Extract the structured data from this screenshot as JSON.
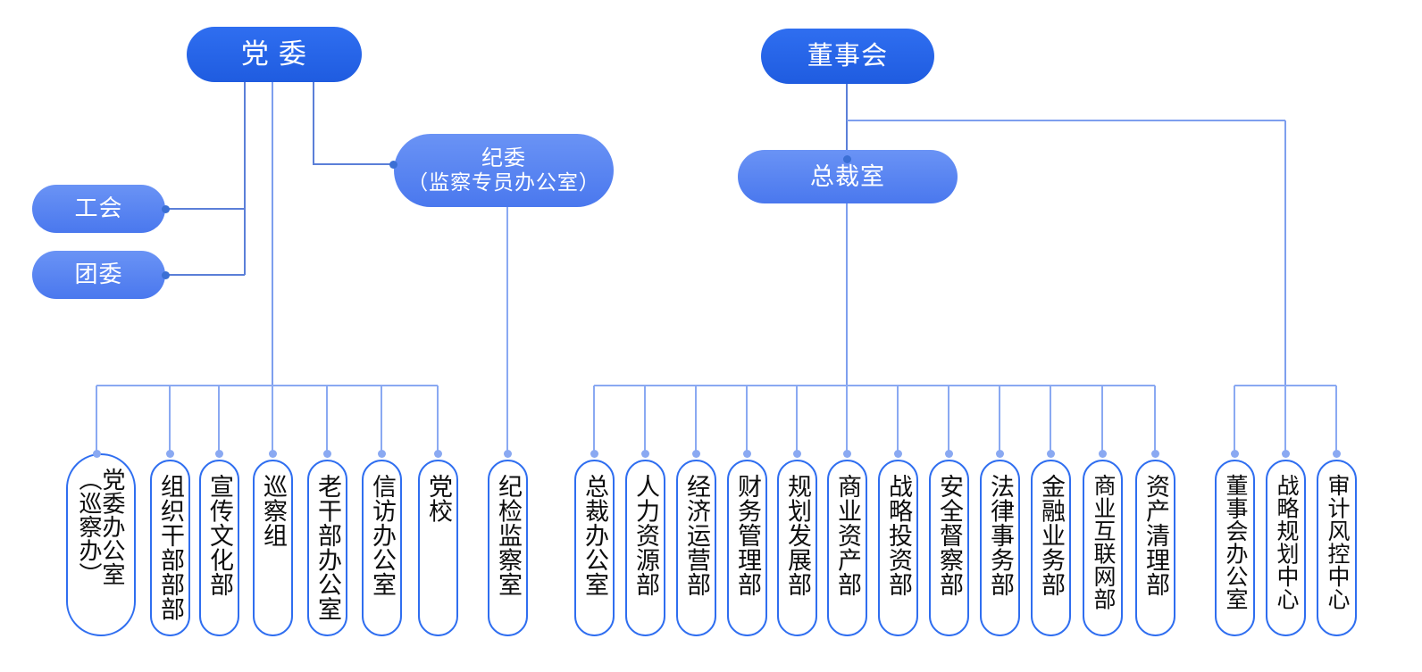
{
  "chart_data": {
    "type": "diagram",
    "title": "组织架构图",
    "diagram_kind": "org-chart",
    "colors": {
      "node_dark": "#2563e8",
      "node_light": "#5b86f0",
      "capsule_border": "#2f6ef0",
      "connector": "#8aa9f2",
      "connector_strong": "#3b6fd4",
      "text_on_node": "#ffffff",
      "text_on_capsule": "#0d0d0d",
      "background": "#ffffff"
    },
    "nodes": [
      {
        "id": "party_committee",
        "label": "党  委",
        "level": "top",
        "style": "dark"
      },
      {
        "id": "board",
        "label": "董事会",
        "level": "top",
        "style": "dark"
      },
      {
        "id": "union",
        "label": "工会",
        "level": "affiliate",
        "style": "light"
      },
      {
        "id": "youth_league",
        "label": "团委",
        "level": "affiliate",
        "style": "light"
      },
      {
        "id": "discipline",
        "label": "纪委\n（监察专员办公室）",
        "level": "affiliate",
        "style": "light"
      },
      {
        "id": "president_office",
        "label": "总裁室",
        "level": "second",
        "style": "light"
      }
    ],
    "edges": [
      {
        "from": "party_committee",
        "to": "union"
      },
      {
        "from": "party_committee",
        "to": "youth_league"
      },
      {
        "from": "party_committee",
        "to": "discipline"
      },
      {
        "from": "party_committee",
        "to": "party_departments"
      },
      {
        "from": "discipline",
        "to": "纪检监察室"
      },
      {
        "from": "board",
        "to": "president_office"
      },
      {
        "from": "board",
        "to": "board_departments"
      },
      {
        "from": "president_office",
        "to": "president_departments"
      }
    ],
    "groups": [
      {
        "id": "party_departments",
        "parent": "党  委",
        "count": 7
      },
      {
        "id": "discipline_departments",
        "parent": "纪委（监察专员办公室）",
        "count": 1
      },
      {
        "id": "president_departments",
        "parent": "总裁室",
        "count": 12
      },
      {
        "id": "board_departments",
        "parent": "董事会",
        "count": 3
      }
    ]
  },
  "top": {
    "party_committee": "党  委",
    "board": "董事会",
    "union": "工会",
    "youth_league": "团委",
    "president_office": "总裁室",
    "discipline_line1": "纪委",
    "discipline_line2": "（监察专员办公室）"
  },
  "departments": {
    "party": [
      {
        "label": "党委办公室（巡察办）",
        "col_a": "党委办公室",
        "col_b": "（巡察办）"
      },
      {
        "label": "组织干部部部",
        "col_a": "组织干部部部"
      },
      {
        "label": "宣传文化部",
        "col_a": "宣传文化部"
      },
      {
        "label": "巡察组",
        "col_a": "巡察组"
      },
      {
        "label": "老干部办公室",
        "col_a": "老干部办公室"
      },
      {
        "label": "信访办公室",
        "col_a": "信访办公室"
      },
      {
        "label": "党校",
        "col_a": "党校"
      }
    ],
    "discipline": [
      {
        "label": "纪检监察室",
        "col_a": "纪检监察室"
      }
    ],
    "president": [
      {
        "label": "总裁办公室",
        "col_a": "总裁办公室"
      },
      {
        "label": "人力资源部",
        "col_a": "人力资源部"
      },
      {
        "label": "经济运营部",
        "col_a": "经济运营部"
      },
      {
        "label": "财务管理部",
        "col_a": "财务管理部"
      },
      {
        "label": "规划发展部",
        "col_a": "规划发展部"
      },
      {
        "label": "商业资产部",
        "col_a": "商业资产部"
      },
      {
        "label": "战略投资部",
        "col_a": "战略投资部"
      },
      {
        "label": "安全督察部",
        "col_a": "安全督察部"
      },
      {
        "label": "法律事务部",
        "col_a": "法律事务部"
      },
      {
        "label": "金融业务部",
        "col_a": "金融业务部"
      },
      {
        "label": "商业互联网部",
        "col_a": "商业互联网部"
      },
      {
        "label": "资产清理部",
        "col_a": "资产清理部"
      }
    ],
    "board": [
      {
        "label": "董事会办公室",
        "col_a": "董事会办公室"
      },
      {
        "label": "战略规划中心",
        "col_a": "战略规划中心"
      },
      {
        "label": "审计风控中心",
        "col_a": "审计风控中心"
      }
    ]
  }
}
